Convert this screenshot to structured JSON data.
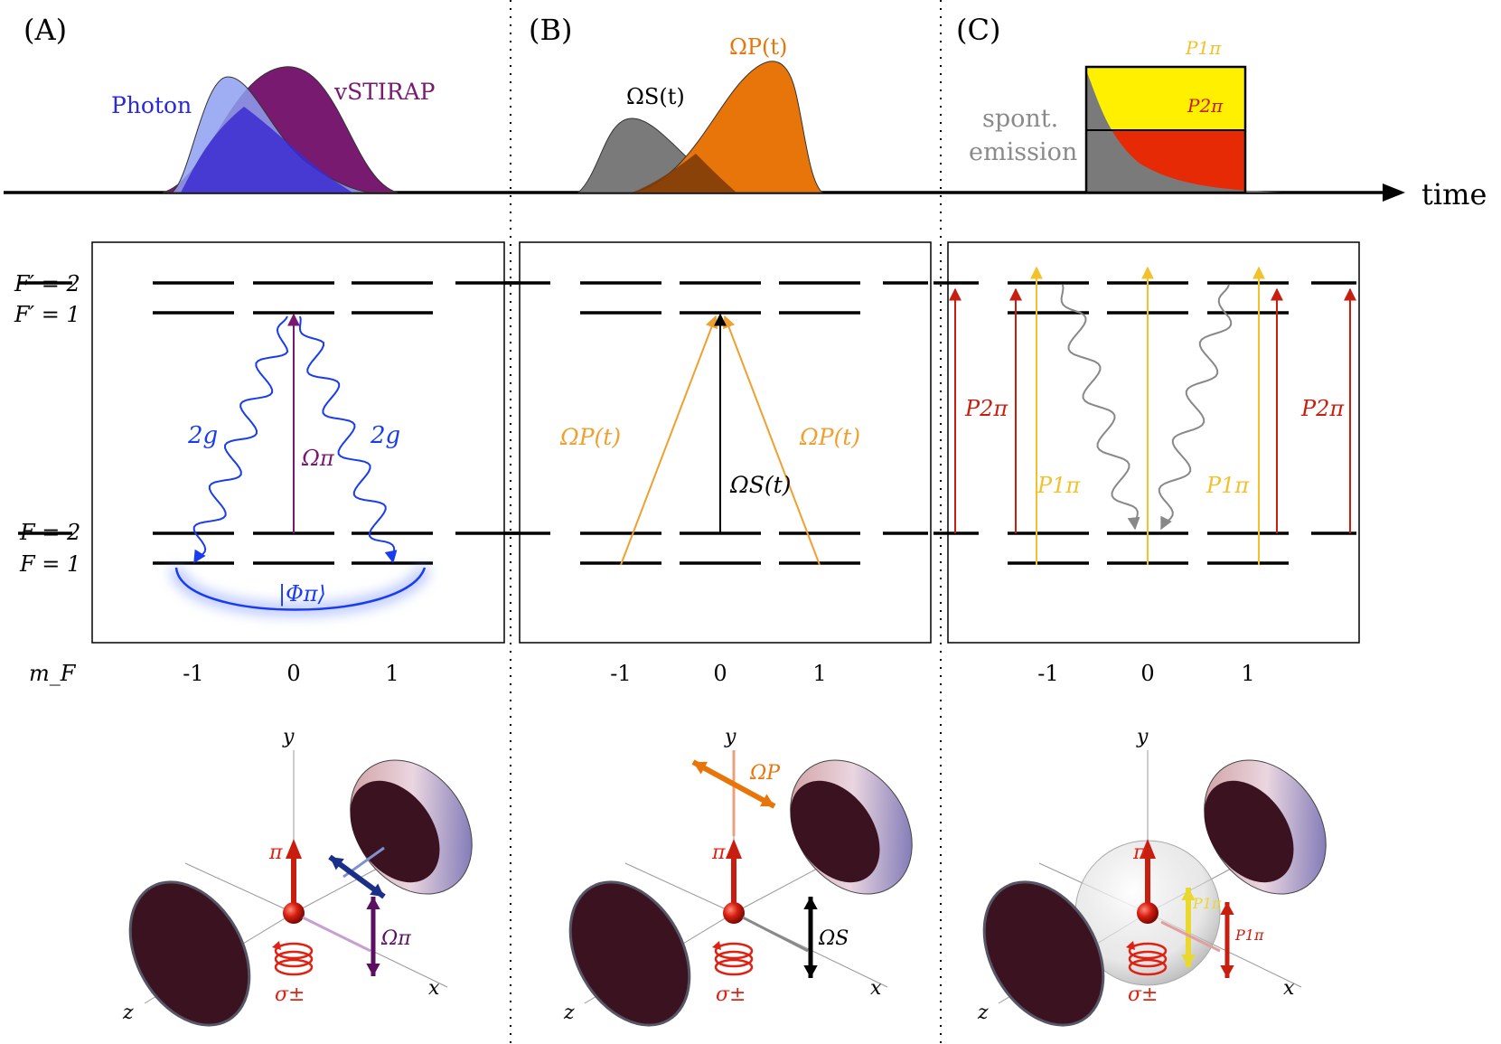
{
  "panels": [
    {
      "id": "A",
      "label": "(A)",
      "pulses": {
        "photon": "Photon",
        "vstirap": "vSTIRAP"
      },
      "levels": {
        "Fp2": "F′ = 2",
        "Fp1": "F′ = 1",
        "F2": "F = 2",
        "F1": "F = 1",
        "mF": "m_F"
      },
      "mf_ticks": [
        "-1",
        "0",
        "1"
      ],
      "transitions": {
        "coupling_left": "2g",
        "coupling_right": "2g",
        "drive": "Ωπ",
        "dark_state": "|Φπ⟩"
      },
      "geometry3d": {
        "x": "x",
        "y": "y",
        "z": "z",
        "pi": "π",
        "sigma": "σ±",
        "beam": "Ωπ"
      }
    },
    {
      "id": "B",
      "label": "(B)",
      "pulses": {
        "stokes": "ΩS(t)",
        "pump": "ΩP(t)"
      },
      "mf_ticks": [
        "-1",
        "0",
        "1"
      ],
      "transitions": {
        "pump_left": "ΩP(t)",
        "pump_right": "ΩP(t)",
        "stokes": "ΩS(t)"
      },
      "geometry3d": {
        "x": "x",
        "y": "y",
        "z": "z",
        "pi": "π",
        "sigma": "σ±",
        "pump": "ΩP",
        "stokes": "ΩS"
      }
    },
    {
      "id": "C",
      "label": "(C)",
      "pulses": {
        "spont_line1": "spont.",
        "spont_line2": "emission",
        "p1": "P1π",
        "p2": "P2π"
      },
      "time_label": "time",
      "mf_ticks": [
        "-1",
        "0",
        "1"
      ],
      "transitions": {
        "p2_left": "P2π",
        "p1_left": "P1π",
        "p1_right": "P1π",
        "p2_right": "P2π"
      },
      "geometry3d": {
        "x": "x",
        "y": "y",
        "z": "z",
        "pi": "π",
        "sigma": "σ±",
        "p1": "P1π",
        "p1b": "P1π"
      }
    }
  ],
  "colors": {
    "photon": "#3a2bd0",
    "photon_light": "#8ea0f0",
    "vstirap": "#771a70",
    "stokes": "#7a7a7a",
    "pump": "#e8750a",
    "pump_arrow": "#f0a030",
    "p1": "#f2c12c",
    "p2": "#c81e10",
    "fill_yellow": "#fff000",
    "fill_red": "#e52a05",
    "coupling": "#1a3cf0",
    "drive": "#7a1870",
    "spont": "#888888"
  }
}
